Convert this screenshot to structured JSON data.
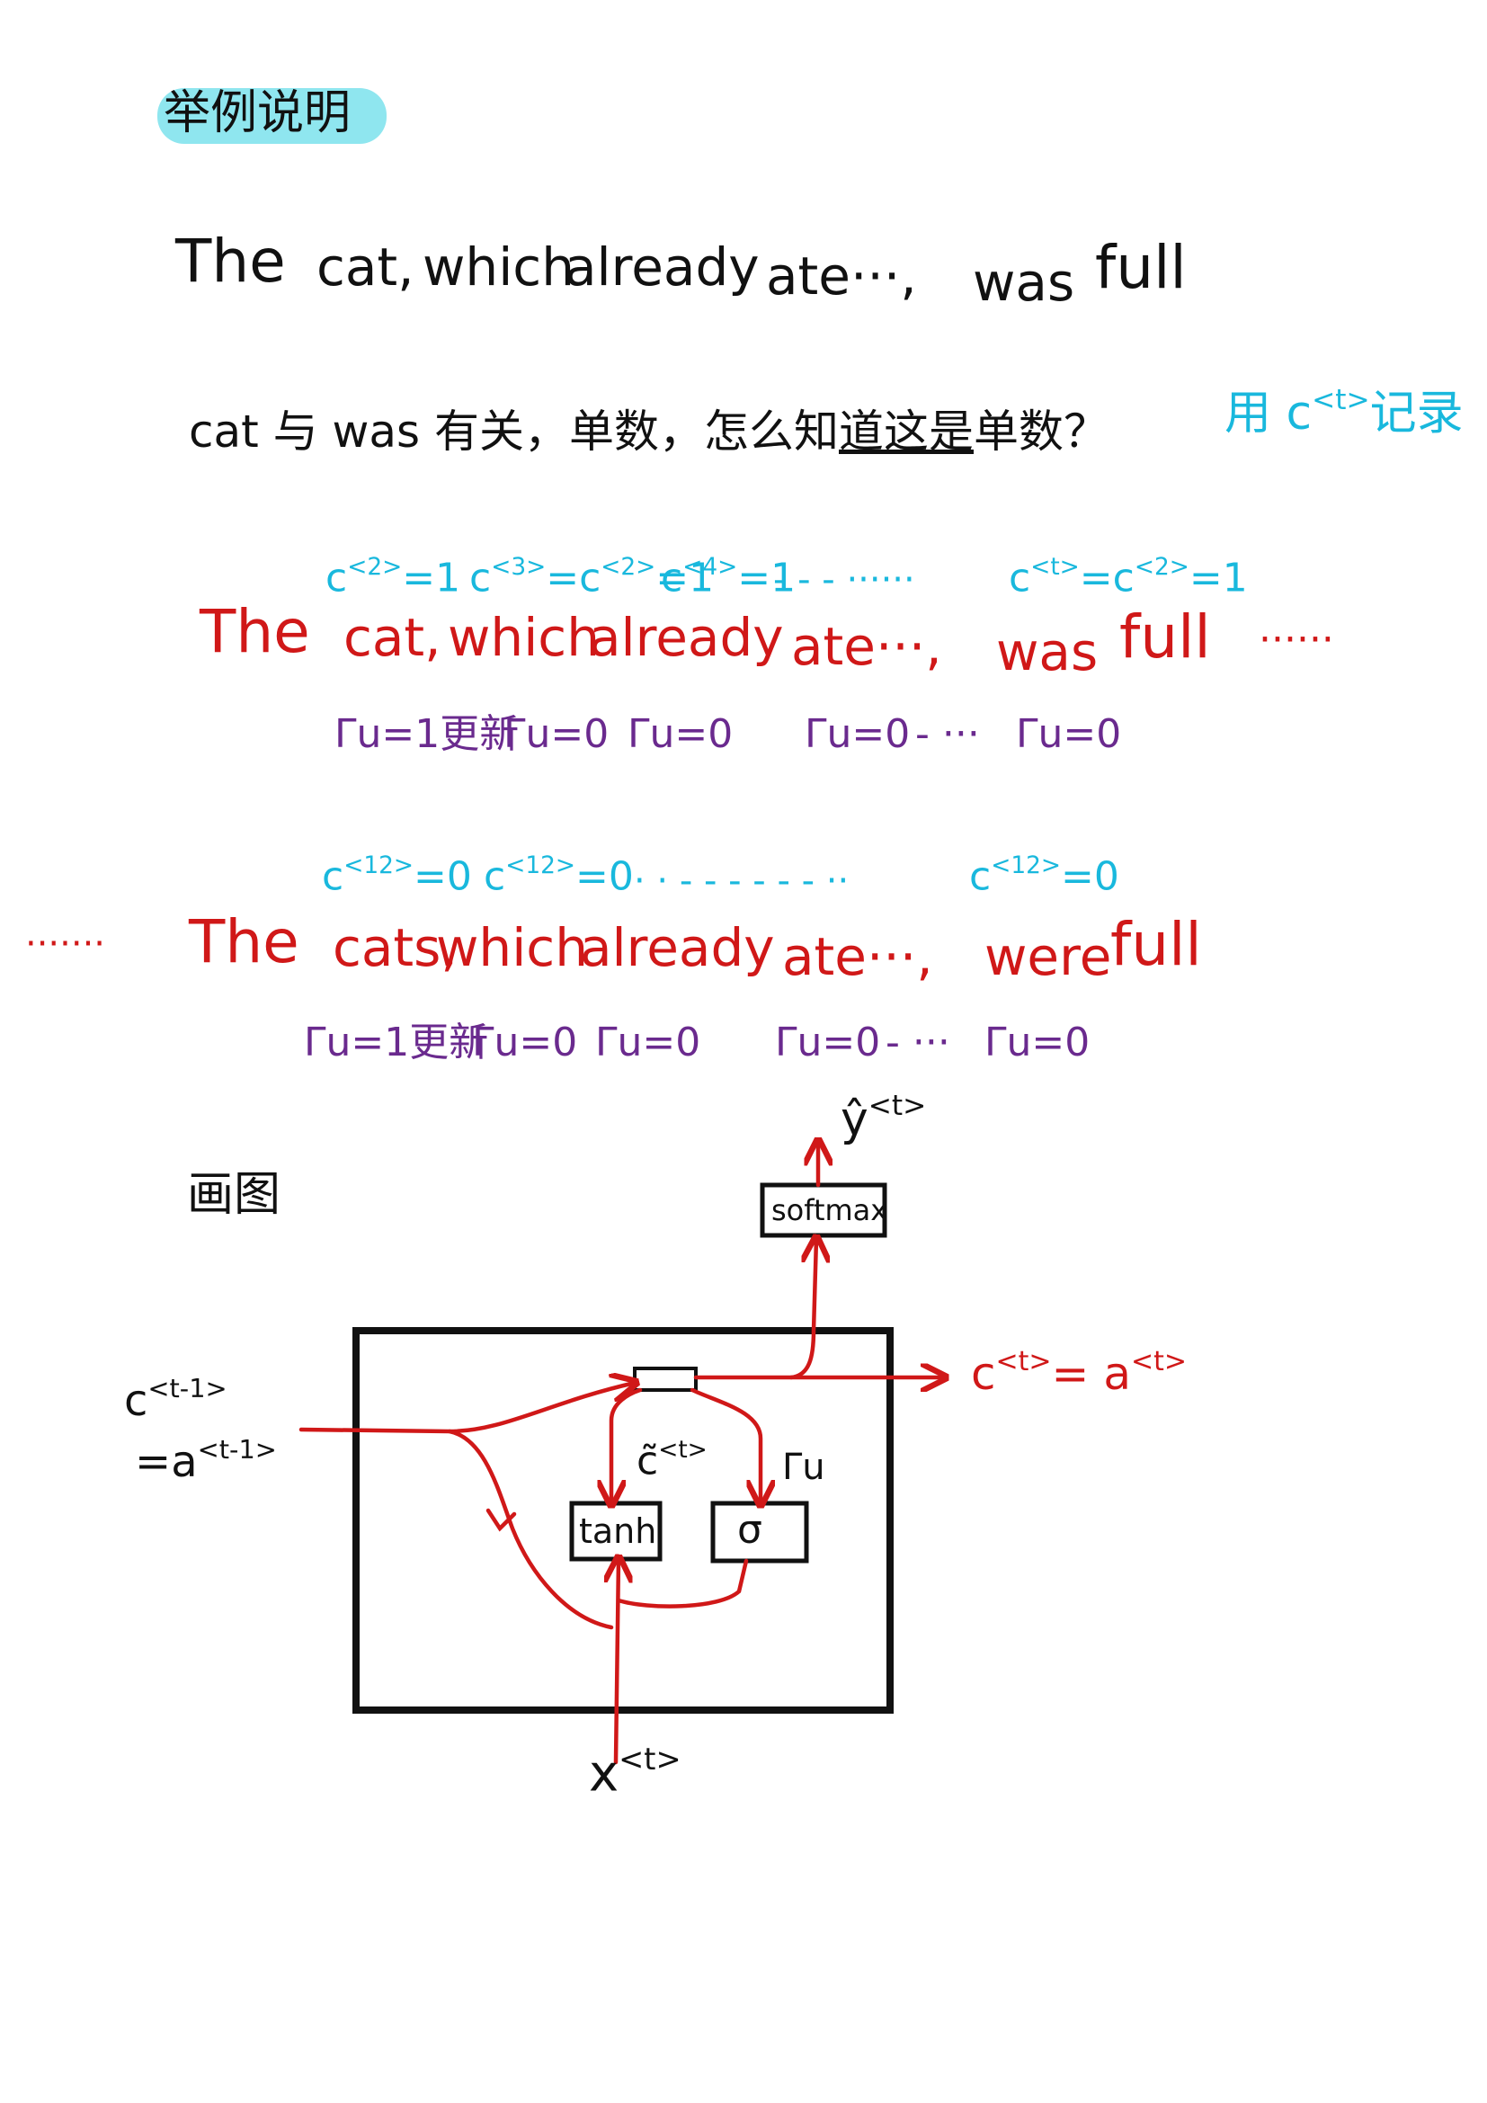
{
  "heading": "举例说明",
  "sentence1": {
    "the": "The",
    "cat": "cat,",
    "which": "which",
    "already": "already",
    "ate": "ate···,",
    "was": "was",
    "full": "full"
  },
  "question": {
    "main_a": "cat 与 was 有关，单数，怎么知",
    "main_underlined": "道这是",
    "main_b": "单数？",
    "blue_a": "用 c",
    "blue_sup": "<t>",
    "blue_b": "记录"
  },
  "example1": {
    "cell_values": [
      {
        "base": "c",
        "sup": "<2>",
        "rest": "=1"
      },
      {
        "base": "c",
        "sup": "<3>",
        "rest": "=c",
        "sup2": "<2>",
        "rest2": "=1"
      },
      {
        "base": "c",
        "sup": "<4>",
        "rest": "=1"
      },
      {
        "base": "c",
        "sup": "<t>",
        "rest": "=c",
        "sup2": "<2>",
        "rest2": "=1"
      }
    ],
    "dots_top": "- - -  ······",
    "words": {
      "the": "The",
      "cat": "cat,",
      "which": "which",
      "already": "already",
      "ate": "ate···,",
      "was": "was",
      "full": "full",
      "trail": "······"
    },
    "gates": [
      {
        "text": "Γu=1",
        "note": "更新"
      },
      {
        "text": "Γu=0"
      },
      {
        "text": "Γu=0"
      },
      {
        "text": "Γu=0"
      },
      {
        "text": "Γu=0"
      }
    ],
    "gate_dots": "- ···"
  },
  "example2": {
    "cell_values": [
      {
        "base": "c",
        "sup": "<12>",
        "rest": "=0"
      },
      {
        "base": "c",
        "sup": "<12>",
        "rest": "=0"
      },
      {
        "base": "c",
        "sup": "<12>",
        "rest": "=0"
      }
    ],
    "dots_top": "· ·    - - -    - - - ··",
    "words": {
      "lead": "·······",
      "the": "The",
      "cats": "cats,",
      "which": "which",
      "already": "already",
      "ate": "ate···,",
      "were": "were",
      "full": "full"
    },
    "gates": [
      {
        "text": "Γu=1",
        "note": "更新"
      },
      {
        "text": "Γu=0"
      },
      {
        "text": "Γu=0"
      },
      {
        "text": "Γu=0"
      },
      {
        "text": "Γu=0"
      }
    ],
    "gate_dots": "- ···"
  },
  "diagram": {
    "heading": "画图",
    "softmax": "softmax",
    "yhat": "ŷ",
    "yhat_sup": "<t>",
    "tanh": "tanh",
    "sigma": "σ",
    "ctilde": "c̃",
    "ctilde_sup": "<t>",
    "gamma": "Γu",
    "input_c": "c",
    "input_c_sup": "<t-1>",
    "input_a": "=a",
    "input_a_sup": "<t-1>",
    "output_c": "c",
    "output_c_sup": "<t>",
    "output_a": "= a",
    "output_a_sup": "<t>",
    "x": "x",
    "x_sup": "<t>"
  }
}
